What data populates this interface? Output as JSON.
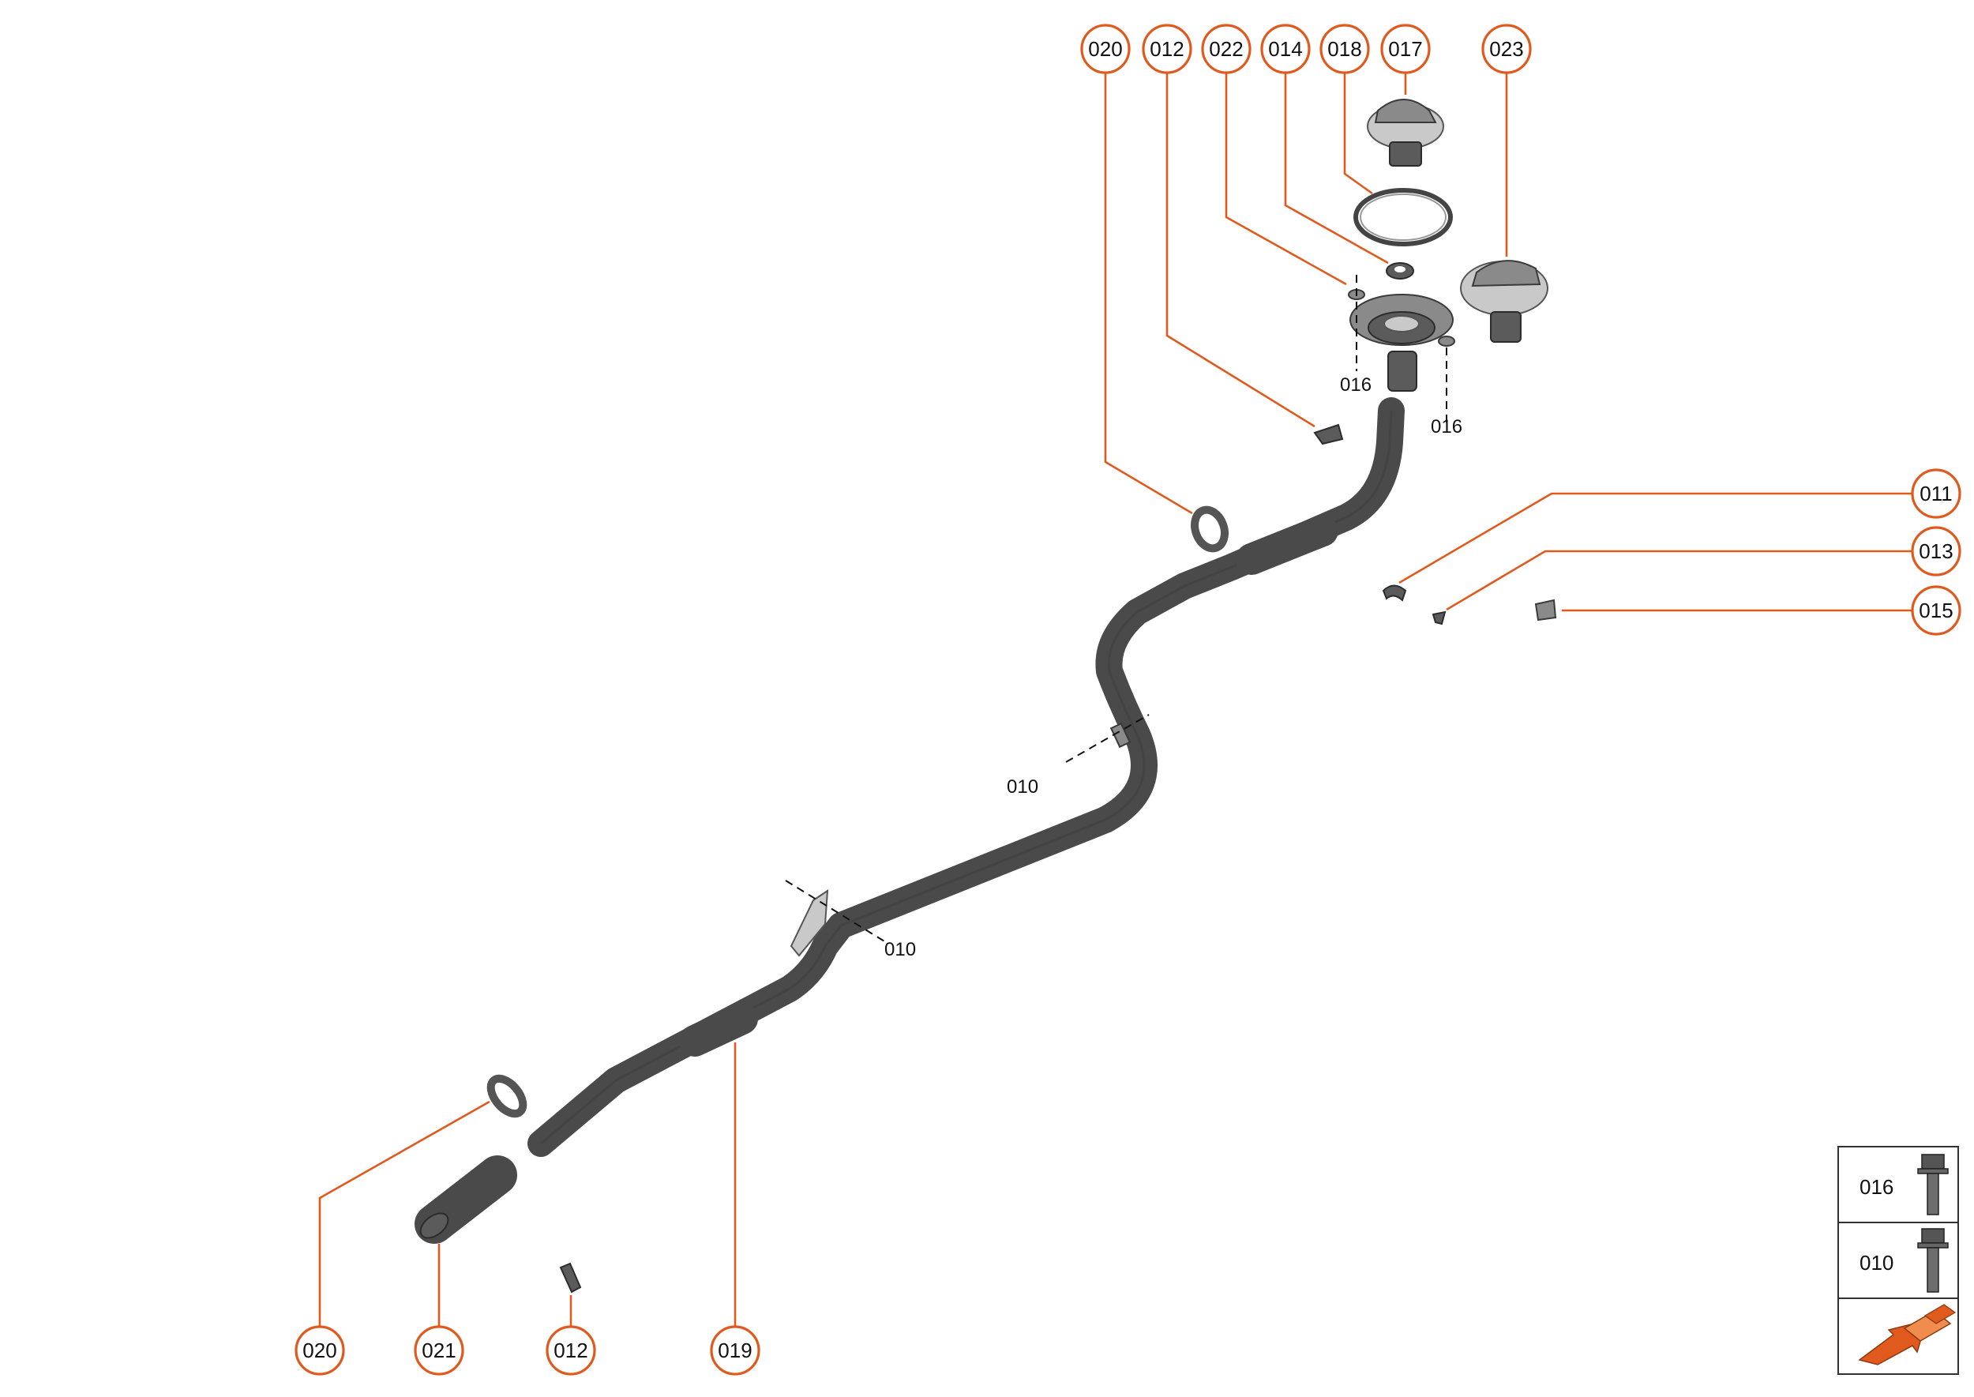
{
  "callouts": {
    "top_020": "020",
    "top_012": "012",
    "top_022": "022",
    "top_014": "014",
    "top_018": "018",
    "top_017": "017",
    "top_023": "023",
    "right_011": "011",
    "right_013": "013",
    "right_015": "015",
    "bottom_020": "020",
    "bottom_021": "021",
    "bottom_012": "012",
    "bottom_019": "019"
  },
  "plain_labels": {
    "bolt_016_a": "016",
    "bolt_016_b": "016",
    "bolt_010_a": "010",
    "bolt_010_b": "010"
  },
  "legend": {
    "row1": "016",
    "row2": "010"
  },
  "colors": {
    "accent": "#e05a1e",
    "part": "#5b5b5b"
  }
}
